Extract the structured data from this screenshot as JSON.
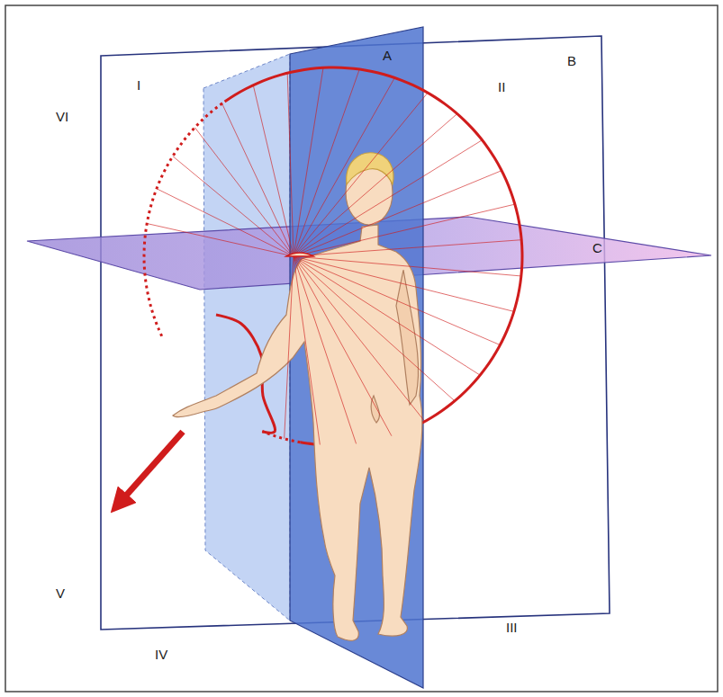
{
  "diagram": {
    "labels": [
      "VI",
      "I",
      "A",
      "II",
      "B",
      "C",
      "V",
      "IV",
      "III"
    ]
  }
}
